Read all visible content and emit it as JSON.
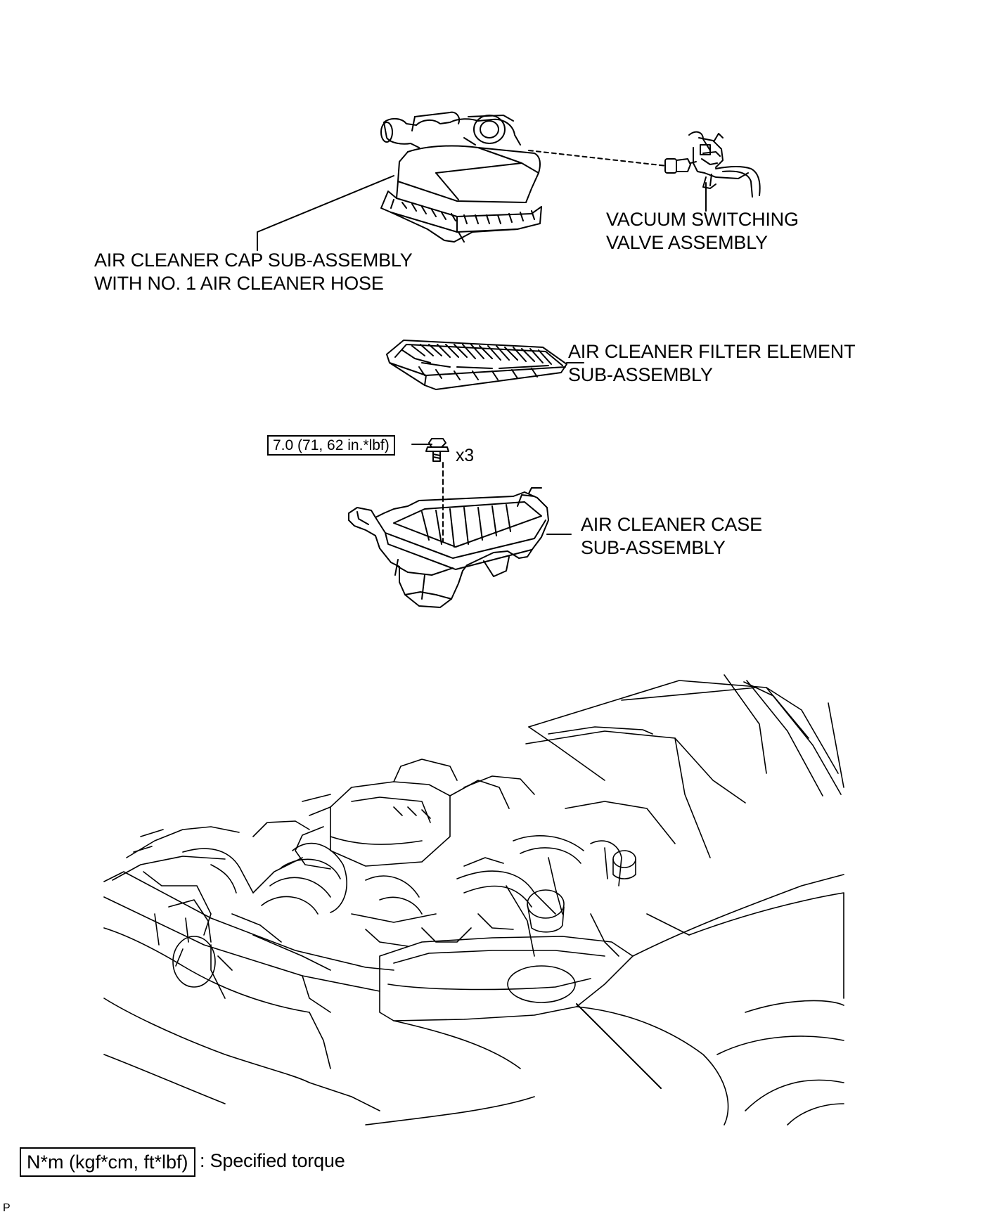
{
  "labels": {
    "cap_line1": "AIR CLEANER CAP SUB-ASSEMBLY",
    "cap_line2": "WITH NO. 1 AIR CLEANER HOSE",
    "vsv_line1": "VACUUM SWITCHING",
    "vsv_line2": "VALVE ASSEMBLY",
    "filter_line1": "AIR CLEANER FILTER ELEMENT",
    "filter_line2": "SUB-ASSEMBLY",
    "case_line1": "AIR CLEANER CASE",
    "case_line2": "SUB-ASSEMBLY"
  },
  "torque": {
    "value": "7.0 (71, 62 in.*lbf)",
    "quantity": "x3"
  },
  "legend": {
    "units": "N*m (kgf*cm, ft*lbf)",
    "description": ": Specified torque"
  },
  "corner_mark": "P"
}
